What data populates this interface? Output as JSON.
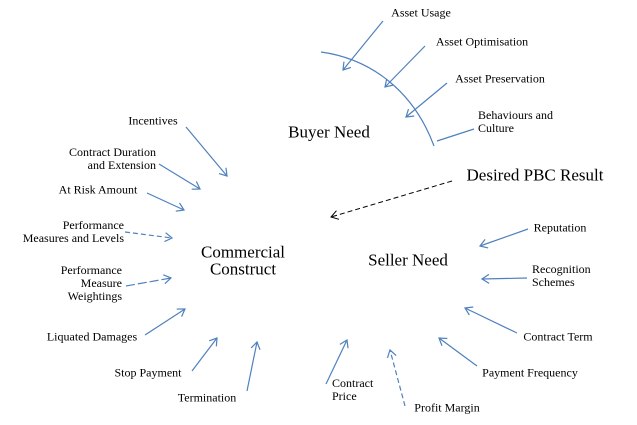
{
  "diagram": {
    "type": "mind-map",
    "colors": {
      "spoke_arrow": "#4F81BD",
      "result_arrow": "#000000",
      "text": "#000000",
      "background": "#FFFFFF"
    },
    "hubs": {
      "buyer_need": "Buyer Need",
      "commercial_construct": "Commercial\nConstruct",
      "seller_need": "Seller Need",
      "desired_pbc_result": "Desired PBC Result"
    },
    "buyer_factors": {
      "asset_usage": "Asset Usage",
      "asset_optimisation": "Asset Optimisation",
      "asset_preservation": "Asset Preservation",
      "behaviours_culture": "Behaviours and\nCulture"
    },
    "commercial_factors": {
      "incentives": "Incentives",
      "contract_duration": "Contract Duration\nand Extension",
      "at_risk_amount": "At Risk Amount",
      "performance_measures": "Performance\nMeasures and Levels",
      "performance_weightings": "Performance\nMeasure\nWeightings",
      "liquated_damages": "Liquated Damages",
      "stop_payment": "Stop Payment",
      "termination": "Termination"
    },
    "seller_factors": {
      "contract_price": "Contract\nPrice",
      "profit_margin": "Profit Margin",
      "payment_frequency": "Payment Frequency",
      "contract_term": "Contract Term",
      "recognition_schemes": "Recognition\nSchemes",
      "reputation": "Reputation"
    }
  }
}
